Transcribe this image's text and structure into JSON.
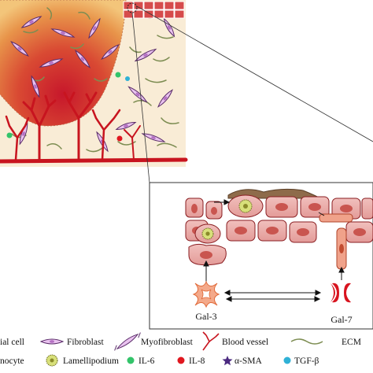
{
  "colors": {
    "ecm_bg": "#f9ecd6",
    "wound_top": "#e07a3c",
    "wound_bottom": "#c7172b",
    "cell_fill": "#e7a3a3",
    "cell_stroke": "#8a1e22",
    "nucleus": "#c9554f",
    "blood_vessel": "#c8141f",
    "fiber": "#7d8d52",
    "fibroblast": "#d9a3e4",
    "il6": "#33c46a",
    "il8": "#e0171f",
    "asma": "#4b2a80",
    "tgfb": "#2fb1d6"
  },
  "inset": {
    "left_marker": "Gal-3",
    "right_marker": "Gal-7"
  },
  "legend": {
    "row1": [
      {
        "icon": "epithelial-cell-icon",
        "label": "ial cell"
      },
      {
        "icon": "fibroblast-icon",
        "label": "Fibroblast"
      },
      {
        "icon": "myofibroblast-icon",
        "label": "Myofibroblast"
      },
      {
        "icon": "blood-vessel-icon",
        "label": "Blood vessel"
      },
      {
        "icon": "ecm-icon",
        "label": "ECM"
      }
    ],
    "row2": [
      {
        "icon": "keratinocyte-icon",
        "label": "nocyte"
      },
      {
        "icon": "lamellipodium-icon",
        "label": "Lamellipodium"
      },
      {
        "icon": "il6-dot-icon",
        "label": "IL-6"
      },
      {
        "icon": "il8-dot-icon",
        "label": "IL-8"
      },
      {
        "icon": "alpha-sma-star-icon",
        "label": "α-SMA"
      },
      {
        "icon": "tgf-beta-dot-icon",
        "label": "TGF-β"
      }
    ]
  }
}
